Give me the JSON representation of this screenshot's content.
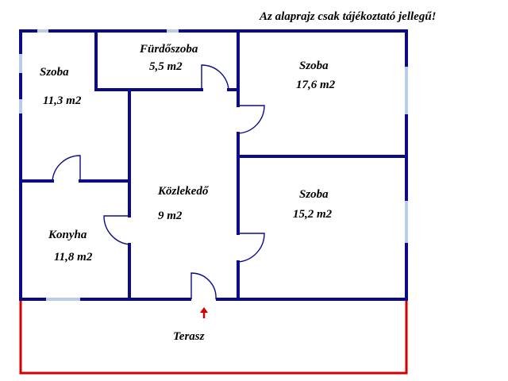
{
  "note": "Az alaprajz csak tájékoztató jellegű!",
  "rooms": [
    {
      "id": "room-top-left",
      "name": "Szoba",
      "area": "11,3 m2"
    },
    {
      "id": "bathroom",
      "name": "Fürdőszoba",
      "area": "5,5 m2"
    },
    {
      "id": "room-top-right",
      "name": "Szoba",
      "area": "17,6 m2"
    },
    {
      "id": "hallway",
      "name": "Közlekedő",
      "area": "9 m2"
    },
    {
      "id": "room-bottom-right",
      "name": "Szoba",
      "area": "15,2 m2"
    },
    {
      "id": "kitchen",
      "name": "Konyha",
      "area": "11,8 m2"
    }
  ],
  "terrace": {
    "name": "Terasz"
  },
  "colors": {
    "walls": "#0b0b8a",
    "windows": "#b9cde6",
    "terrace": "#d40000",
    "entrance_arrow": "#d40000"
  }
}
